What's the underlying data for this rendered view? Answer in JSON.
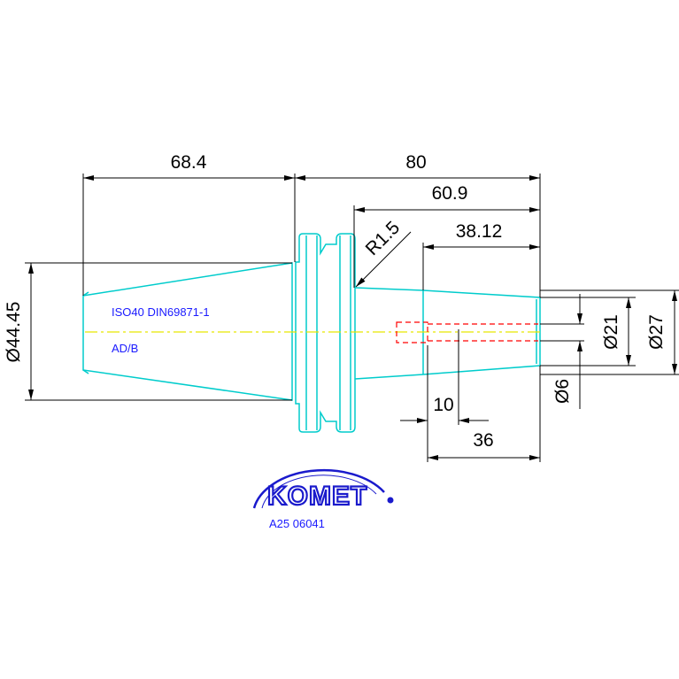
{
  "drawing": {
    "dimensions": {
      "taper_length": "68.4",
      "overall_length": "80",
      "length_60_9": "60.9",
      "radius": "R1.5",
      "length_38_12": "38.12",
      "taper_diameter": "Ø44.45",
      "diameter_21": "Ø21",
      "diameter_27": "Ø27",
      "diameter_6": "Ø6",
      "bore_depth": "10",
      "bore_length": "36"
    },
    "notes": {
      "standard": "ISO40 DIN69871-1",
      "variant": "AD/B"
    },
    "brand": {
      "name": "KOMET",
      "part_number": "A25 06041"
    },
    "colors": {
      "outline": "#00cccc",
      "centerline": "#e6e600",
      "hidden": "#ff0000",
      "dimension": "#000000",
      "text_blue": "#1a1aff"
    }
  }
}
